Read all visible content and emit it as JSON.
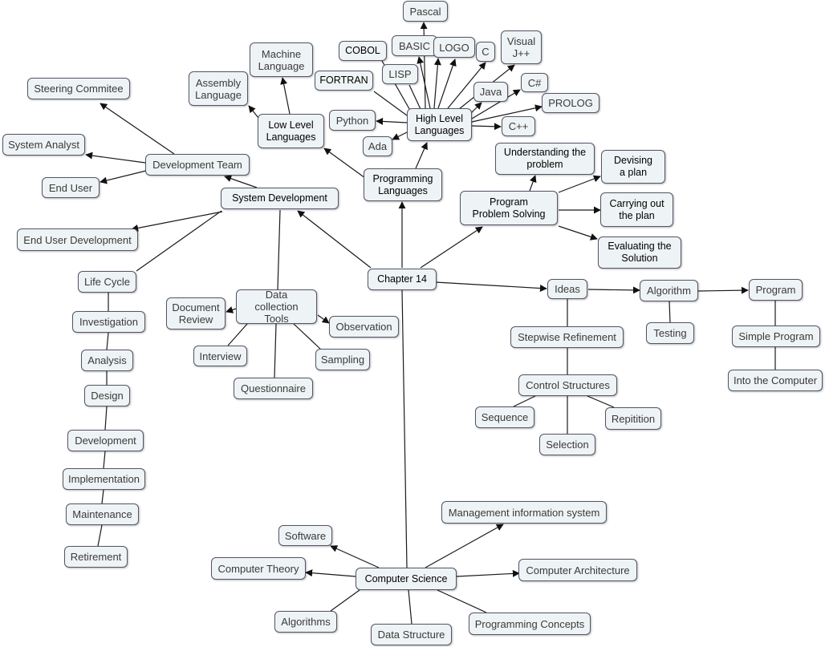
{
  "nodes": {
    "chapter": "Chapter 14",
    "system_development": "System Development",
    "development_team": "Development Team",
    "steering": "Steering Commitee",
    "system_analyst": "System Analyst",
    "end_user": "End User",
    "end_user_dev": "End User Development",
    "life_cycle": "Life Cycle",
    "investigation": "Investigation",
    "analysis": "Analysis",
    "design": "Design",
    "development": "Development",
    "implementation": "Implementation",
    "maintenance": "Maintenance",
    "retirement": "Retirement",
    "data_collection": "Data collection Tools",
    "document_review": "Document Review",
    "observation": "Observation",
    "interview": "Interview",
    "sampling": "Sampling",
    "questionnaire": "Questionnaire",
    "programming_languages": "Programming Languages",
    "low_level": "Low Level Languages",
    "assembly": "Assembly Language",
    "machine": "Machine Language",
    "high_level": "High Level Languages",
    "pascal": "Pascal",
    "basic": "BASIC",
    "logo": "LOGO",
    "c": "C",
    "visual_j": "Visual J++",
    "cobol": "COBOL",
    "lisp": "LISP",
    "fortran": "FORTRAN",
    "java": "Java",
    "csharp": "C#",
    "python": "Python",
    "prolog": "PROLOG",
    "cpp": "C++",
    "ada": "Ada",
    "program_problem": "Program Problem Solving",
    "understanding": "Understanding the problem",
    "devising": "Devising a plan",
    "carrying": "Carrying out the plan",
    "evaluating": "Evaluating the Solution",
    "ideas": "Ideas",
    "algorithm": "Algorithm",
    "program": "Program",
    "testing": "Testing",
    "simple_program": "Simple Program",
    "into_computer": "Into the Computer",
    "stepwise": "Stepwise Refinement",
    "control_structures": "Control Structures",
    "sequence": "Sequence",
    "repitition": "Repitition",
    "selection": "Selection",
    "computer_science": "Computer Science",
    "software": "Software",
    "mis": "Management information system",
    "computer_theory": "Computer Theory",
    "computer_architecture": "Computer Architecture",
    "algorithms": "Algorithms",
    "data_structure": "Data Structure",
    "programming_concepts": "Programming Concepts"
  },
  "colors": {
    "node_fill": "#eef3f5",
    "node_border": "#555566",
    "line": "#1a1a1a"
  }
}
